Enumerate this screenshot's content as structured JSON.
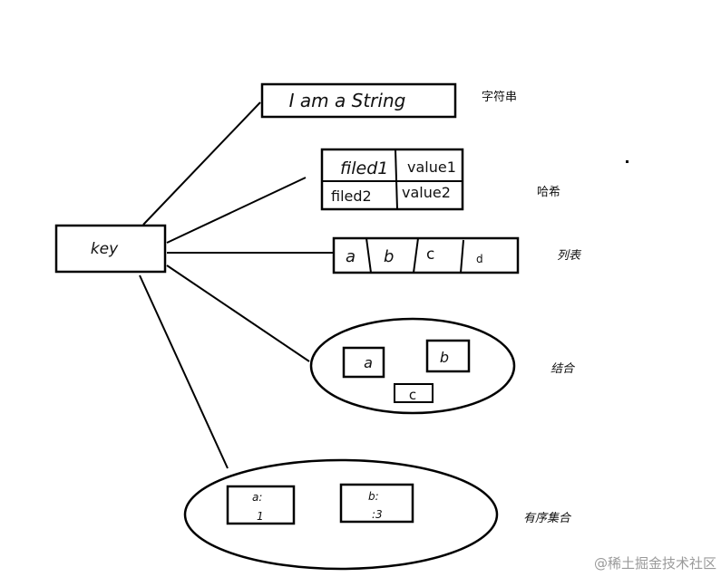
{
  "key": {
    "label": "key"
  },
  "string": {
    "value": "I am a String",
    "type_label": "字符串"
  },
  "hash": {
    "fields": [
      {
        "field": "filed1",
        "value": "value1"
      },
      {
        "field": "filed2",
        "value": "value2"
      }
    ],
    "type_label": "哈希"
  },
  "list": {
    "items": [
      "a",
      "b",
      "c",
      "d"
    ],
    "type_label": "列表"
  },
  "set": {
    "members": [
      "a",
      "b",
      "c"
    ],
    "type_label": "结合"
  },
  "zset": {
    "members": [
      {
        "member": "a:",
        "score": "1"
      },
      {
        "member": "b:",
        "score": ":3"
      }
    ],
    "type_label": "有序集合"
  },
  "watermark": "@稀土掘金技术社区"
}
